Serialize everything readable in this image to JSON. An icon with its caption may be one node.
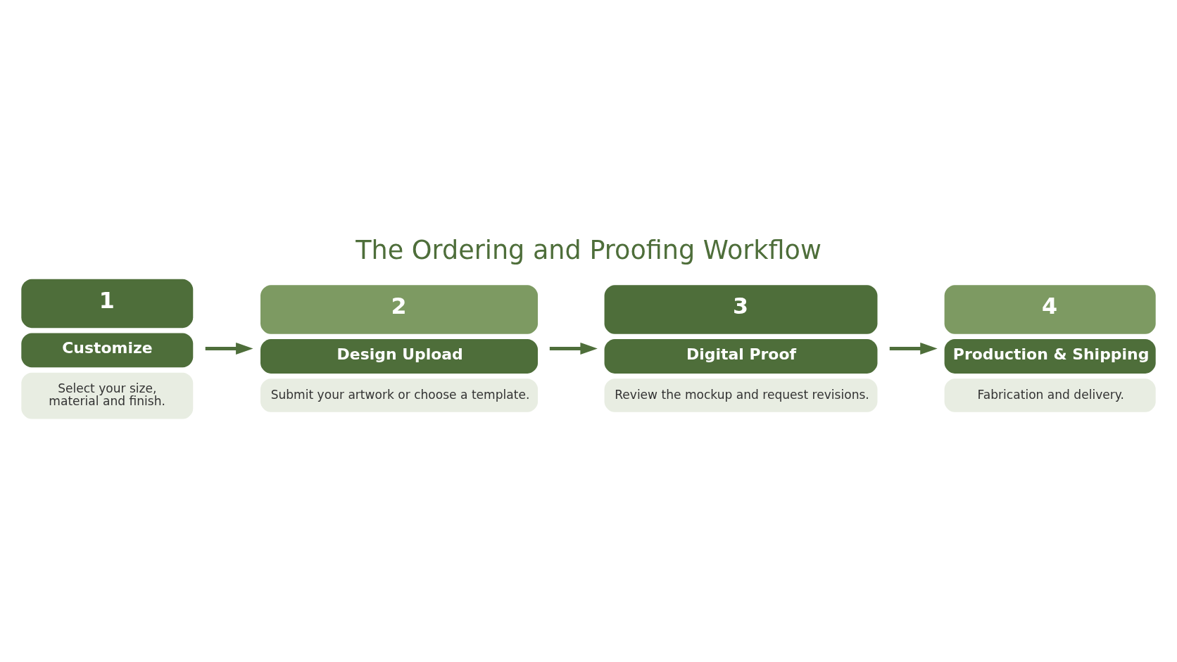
{
  "diagram": {
    "title": "The Ordering and Proofing Workflow",
    "nodes": [
      {
        "text": [
          "1",
          "Customize",
          "Select your size, material and finish."
        ]
      },
      {
        "text": [
          "2",
          "Design Upload",
          "Submit your artwork or choose a template."
        ]
      },
      {
        "text": [
          "3",
          "Digital Proof",
          "Review the mockup and request revisions."
        ]
      },
      {
        "text": [
          "4",
          "Production & Shipping",
          "Fabrication and delivery."
        ]
      }
    ],
    "edges": [
      {
        "from": 0,
        "to": 1,
        "arrow": "to"
      },
      {
        "from": 1,
        "to": 2,
        "arrow": "to"
      },
      {
        "from": 2,
        "to": 3,
        "arrow": "to"
      }
    ]
  }
}
